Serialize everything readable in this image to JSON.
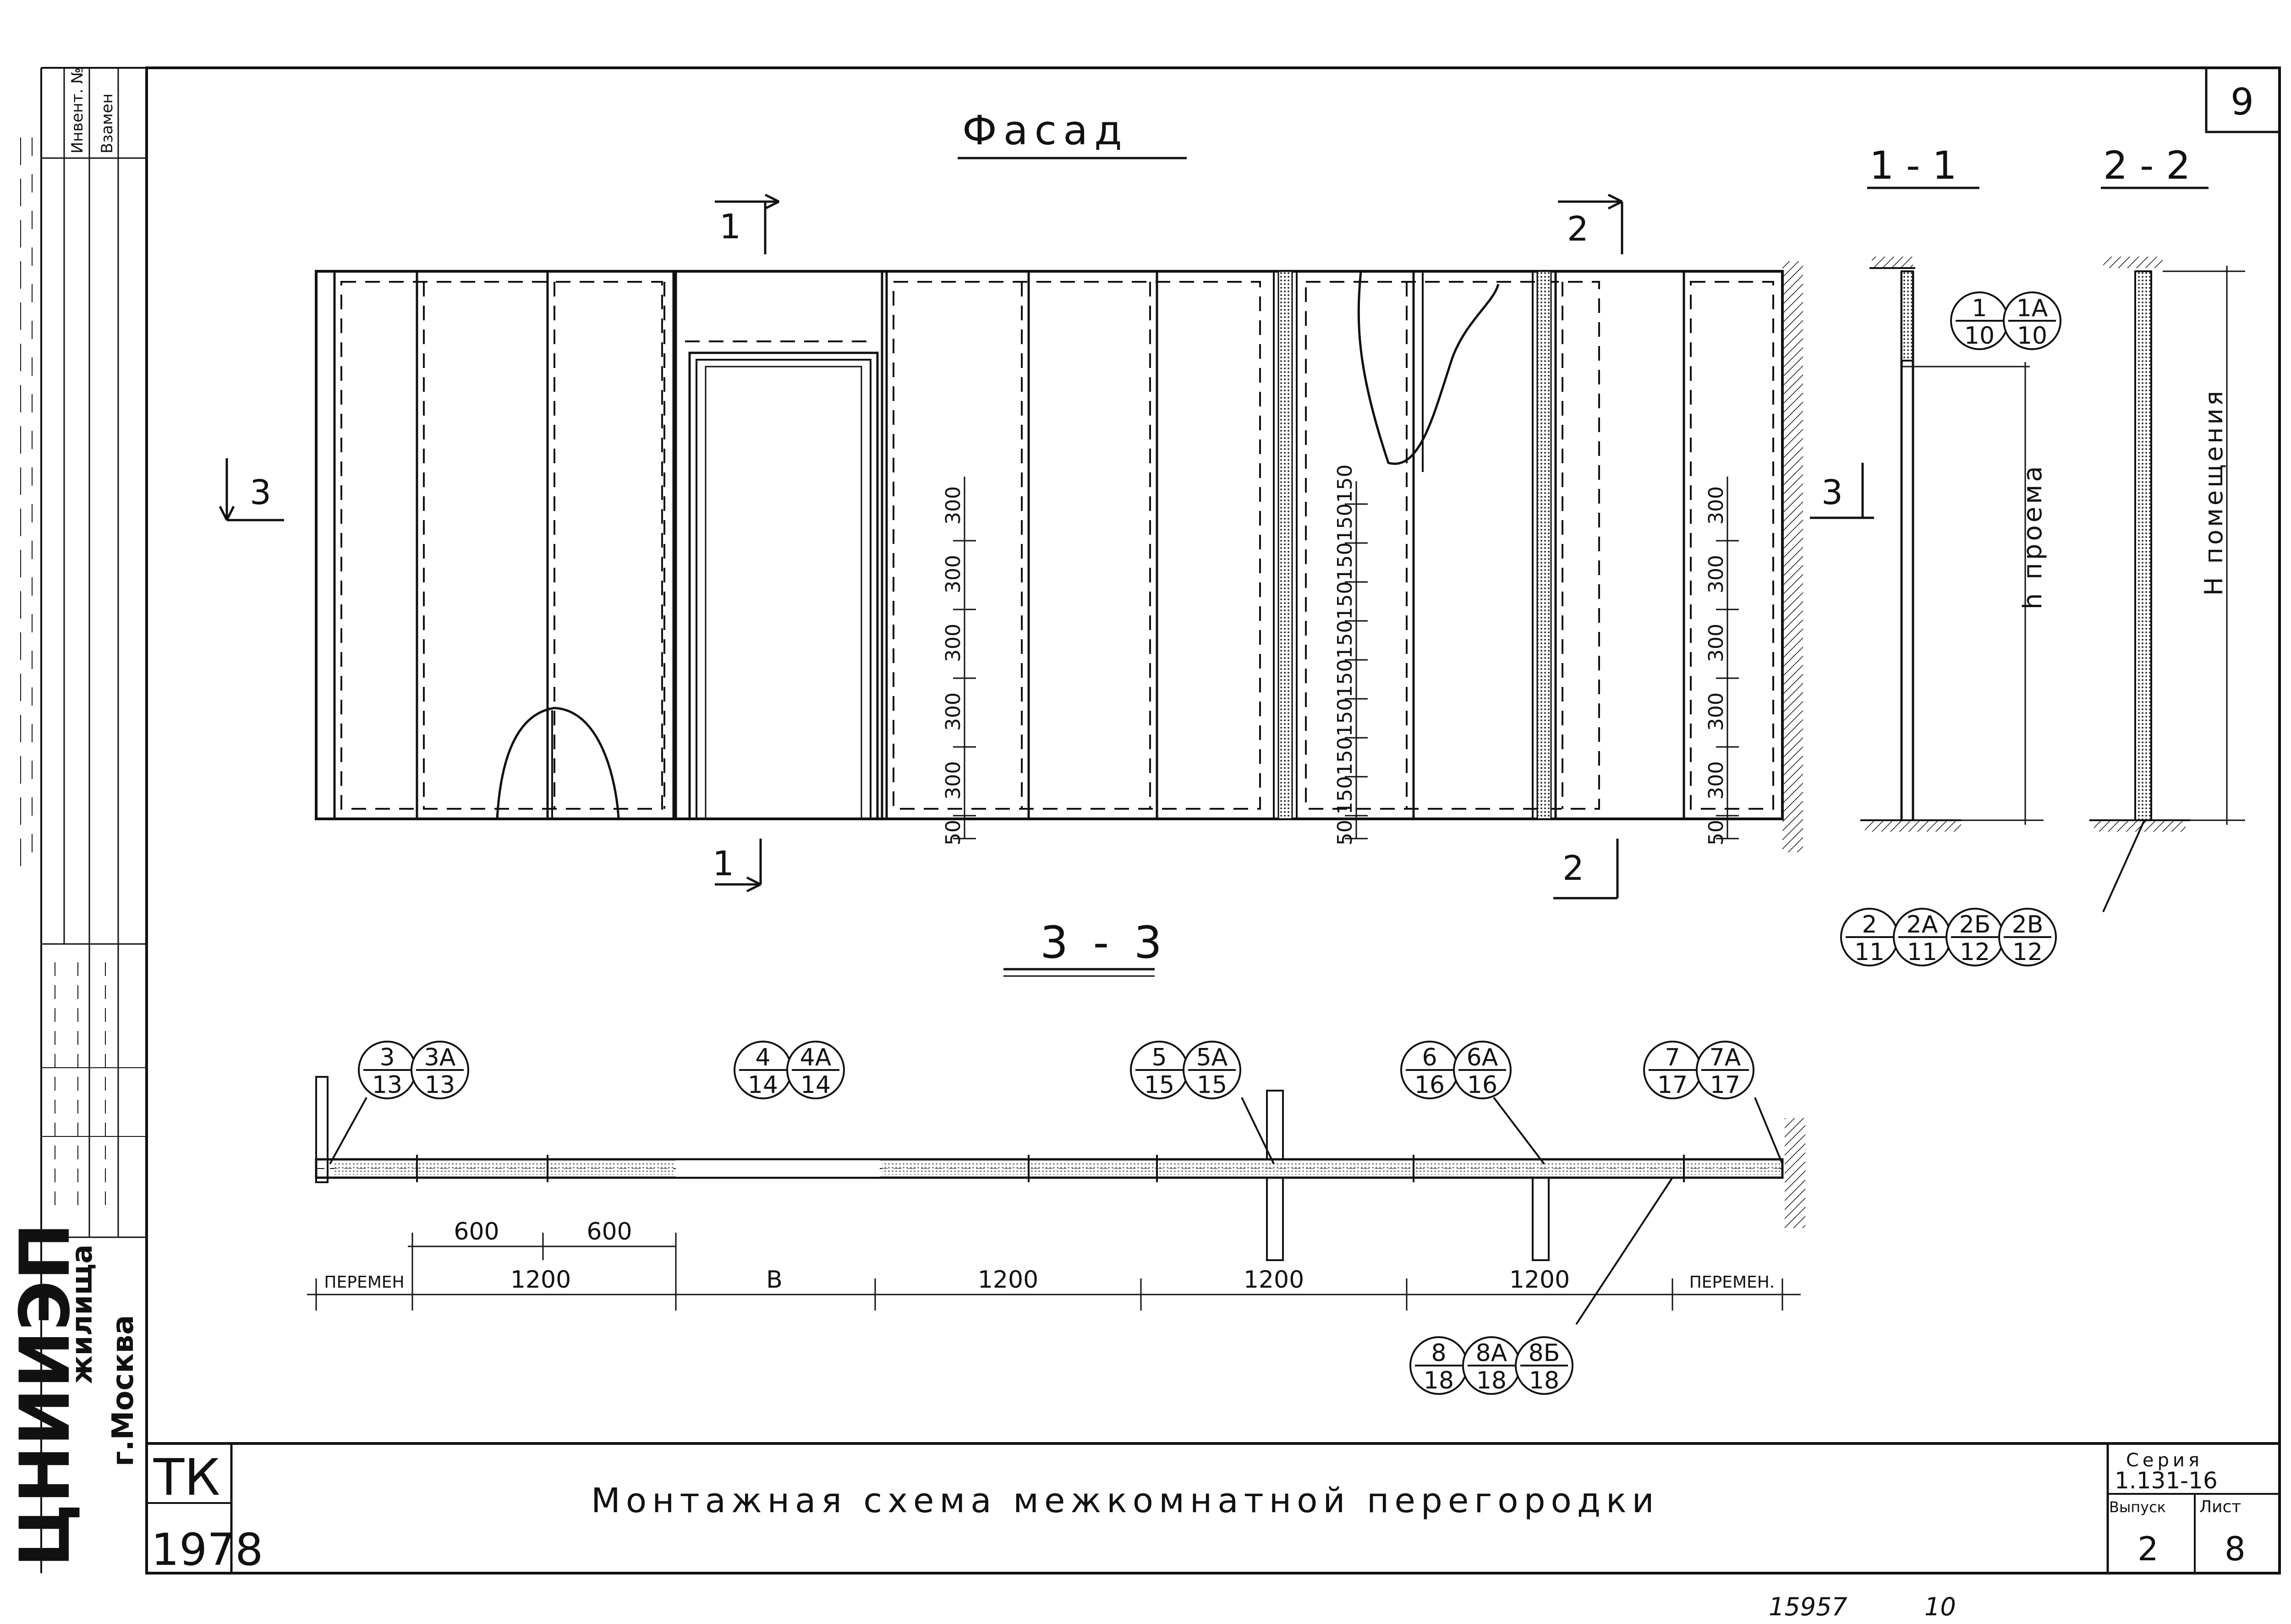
{
  "title_block": {
    "tk": "ТК",
    "year": "1978",
    "title": "Монтажная схема межкомнатной перегородки",
    "series_label": "Серия",
    "series_value": "1.131-16",
    "issue_label": "Выпуск",
    "issue_value": "2",
    "sheet_label": "Лист",
    "sheet_value": "8",
    "page_number": "9",
    "org_main": "ЦНИИЭП",
    "org_sub": "жилища",
    "org_city": "г.Москва",
    "inventory_label": "Инвент. №",
    "replaced_label": "Взамен"
  },
  "footer": {
    "archive_no": "15957",
    "page_ref": "10"
  },
  "facade": {
    "title": "Фасад",
    "section_1": "1",
    "section_2": "2",
    "section_3": "3",
    "dims_left": [
      "50",
      "300",
      "300",
      "300",
      "300",
      "300"
    ],
    "dims_mid": [
      "50",
      "150",
      "150",
      "150",
      "150",
      "150",
      "150",
      "150",
      "150",
      "150"
    ],
    "dims_right": [
      "50",
      "300",
      "300",
      "300",
      "300",
      "300"
    ]
  },
  "section_1_1": {
    "title": "1 - 1",
    "h_label": "h проема",
    "refs": [
      [
        "1",
        "10"
      ],
      [
        "1А",
        "10"
      ]
    ]
  },
  "section_2_2": {
    "title": "2 - 2",
    "h_label": "H помещения",
    "refs": [
      [
        "2",
        "11"
      ],
      [
        "2А",
        "11"
      ],
      [
        "2Б",
        "12"
      ],
      [
        "2В",
        "12"
      ]
    ]
  },
  "plan_3_3": {
    "title": "3 - 3",
    "ref_groups": [
      [
        [
          "3",
          "13"
        ],
        [
          "3А",
          "13"
        ]
      ],
      [
        [
          "4",
          "14"
        ],
        [
          "4А",
          "14"
        ]
      ],
      [
        [
          "5",
          "15"
        ],
        [
          "5А",
          "15"
        ]
      ],
      [
        [
          "6",
          "16"
        ],
        [
          "6А",
          "16"
        ]
      ],
      [
        [
          "7",
          "17"
        ],
        [
          "7А",
          "17"
        ]
      ],
      [
        [
          "8",
          "18"
        ],
        [
          "8А",
          "18"
        ],
        [
          "8Б",
          "18"
        ]
      ]
    ],
    "dims_top": [
      "600",
      "600"
    ],
    "dims_bottom": [
      "ПЕРЕМЕН",
      "1200",
      "В",
      "1200",
      "1200",
      "1200",
      "ПЕРЕМЕН."
    ]
  }
}
